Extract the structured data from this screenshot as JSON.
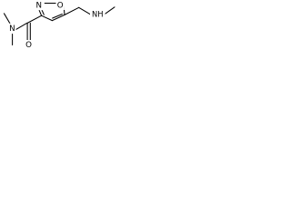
{
  "molecule": {
    "atoms": {
      "n_amide": "N",
      "o_carbonyl": "O",
      "n_ring": "N",
      "o_ring": "O",
      "nh_amine": "NH"
    },
    "colors": {
      "bond": "#000000",
      "label": "#000000",
      "background": "#ffffff"
    }
  }
}
